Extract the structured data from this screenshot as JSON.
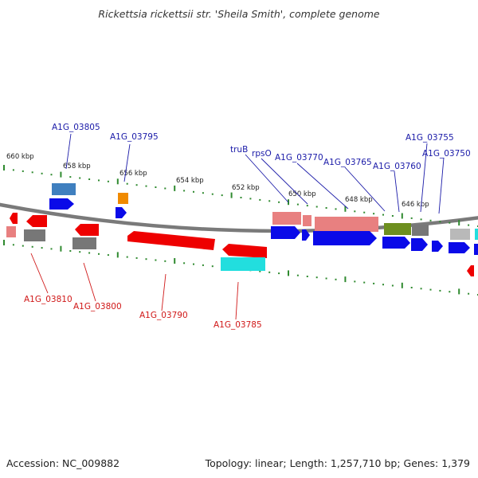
{
  "title": "Rickettsia rickettsii str. 'Sheila Smith', complete genome",
  "footer": {
    "accession": "Accession: NC_009882",
    "summary": "Topology: linear; Length: 1,257,710 bp; Genes: 1,379"
  },
  "colors": {
    "forward_label": "#1a1aa8",
    "reverse_label": "#d01818",
    "backbone": "#808080",
    "tick": "#2f8a2f",
    "blue": "#0a0ae8",
    "red": "#ee0000",
    "pink": "#e88080",
    "steelblue": "#3f7fbf",
    "gray": "#777777",
    "lightgray": "#b9b9b9",
    "cyan": "#22dede",
    "orange": "#f08a00",
    "olive": "#6d8f1f"
  },
  "ticks": [
    "660 kbp",
    "658 kbp",
    "656 kbp",
    "654 kbp",
    "652 kbp",
    "650 kbp",
    "648 kbp",
    "646 kbp"
  ],
  "forward_labels": [
    "A1G_03805",
    "A1G_03795",
    "truB",
    "rpsO",
    "A1G_03770",
    "A1G_03765",
    "A1G_03760",
    "A1G_03755",
    "A1G_03750"
  ],
  "reverse_labels": [
    "A1G_03810",
    "A1G_03800",
    "A1G_03790",
    "A1G_03785"
  ]
}
